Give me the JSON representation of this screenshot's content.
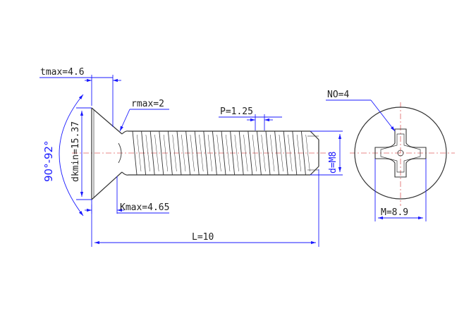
{
  "drawing": {
    "labels": {
      "tmax": "tmax=4.6",
      "rmax": "rmax=2",
      "pitch": "P=1.25",
      "no": "NO=4",
      "angle": "90°-92°",
      "dkmin": "dkmin=15.37",
      "d": "d=M8",
      "kmax": "Kmax=4.65",
      "length": "L=10",
      "m": "M=8.9"
    },
    "colors": {
      "dimension": "#1a1aff",
      "outline": "#333333",
      "centerline": "#e06060",
      "text": "#222222"
    }
  }
}
